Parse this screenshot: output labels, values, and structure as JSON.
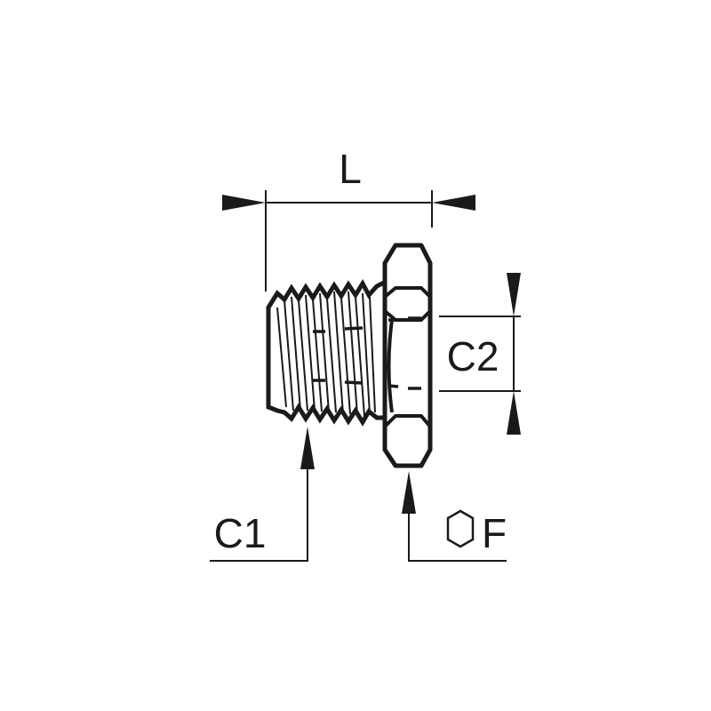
{
  "labels": {
    "length": "L",
    "thread_c1": "C1",
    "thread_c2": "C2",
    "hex_size": "F"
  },
  "icons": {
    "hex_symbol": "hexagon-outline-icon"
  },
  "colors": {
    "line": "#1a1a1a",
    "background": "#ffffff"
  }
}
